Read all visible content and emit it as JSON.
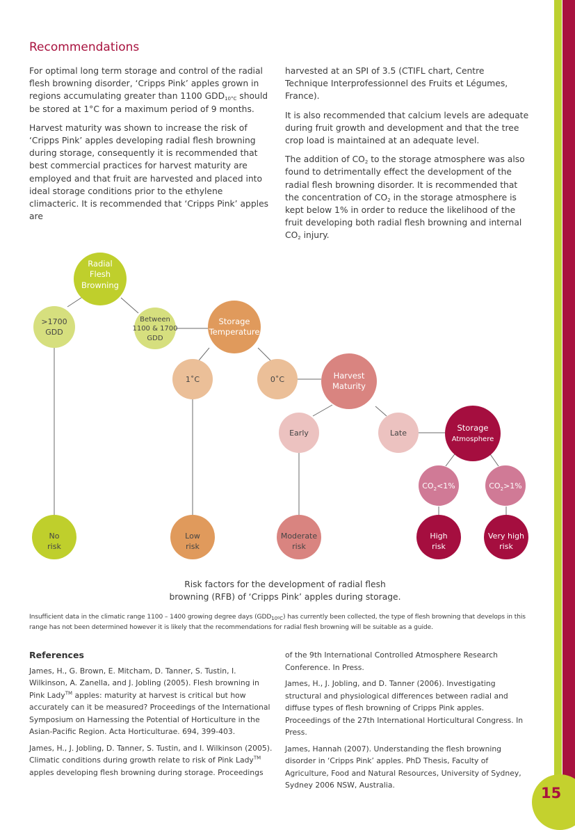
{
  "page": {
    "number": "15"
  },
  "section": {
    "title": "Recommendations",
    "col1": [
      "For optimal long term storage and control of the radial flesh browning disorder, ‘Cripps Pink’ apples grown in regions accumulating greater than 1100 GDD",
      "10°C",
      " should be stored at 1°C for a maximum period of 9 months.",
      "Harvest maturity was shown to increase the risk of ‘Cripps Pink’ apples developing radial flesh browning during storage, consequently it is recommended that best commercial practices for harvest maturity are employed and that fruit are harvested and placed into ideal storage conditions prior to the ethylene climacteric. It is recommended that ‘Cripps Pink’ apples are"
    ],
    "col2": [
      "harvested at an SPI of 3.5 (CTIFL chart, Centre Technique Interprofessionnel des Fruits et Légumes, France).",
      "It is also recommended that calcium levels are adequate during fruit growth and development and that the tree crop load is maintained at an adequate level.",
      "The addition of CO",
      "2",
      " to the storage atmosphere was also found to detrimentally effect the development of the radial flesh browning disorder. It is recommended that the concentration of CO",
      "2",
      " in the storage atmosphere is kept below 1% in order to reduce the likelihood of the fruit developing both radial flesh browning and internal CO",
      "2",
      " injury."
    ]
  },
  "diagram": {
    "colors": {
      "green_dark": "#bfcf2c",
      "green_light": "#d6df7e",
      "orange_dark": "#e09a5c",
      "orange_light": "#ebbf98",
      "pink_dark": "#d98480",
      "pink_light": "#ecc2c0",
      "maroon": "#a50e3f",
      "mauve": "#d07a96",
      "line": "#6a6a6a"
    },
    "nodes": {
      "rfb": [
        "Radial",
        "Flesh",
        "Browning"
      ],
      "gt1700": [
        ">1700",
        "GDD"
      ],
      "between": [
        "Between",
        "1100 & 1700",
        "GDD"
      ],
      "storage_temp": [
        "Storage",
        "Temperature"
      ],
      "t1": "1˚C",
      "t0": "0˚C",
      "harvest": [
        "Harvest",
        "Maturity"
      ],
      "early": "Early",
      "late": "Late",
      "storage_atm": [
        "Storage",
        "Atmosphere"
      ],
      "co2_low": [
        "CO",
        "2",
        "<1%"
      ],
      "co2_high": [
        "CO",
        "2",
        ">1%"
      ],
      "no_risk": [
        "No",
        "risk"
      ],
      "low_risk": [
        "Low",
        "risk"
      ],
      "moderate_risk": [
        "Moderate",
        "risk"
      ],
      "high_risk": [
        "High",
        "risk"
      ],
      "very_high_risk": [
        "Very high",
        "risk"
      ]
    },
    "caption": [
      "Risk factors for the development of radial flesh",
      "browning (RFB) of ‘Cripps Pink’ apples during storage."
    ]
  },
  "footnote": {
    "a": "Insufficient data in the climatic range 1100 – 1400 growing degree days (GDD",
    "sub": "10ºC",
    "b": ") has currently been collected, the type of flesh browning that develops in this range has not been determined however it is likely that the recommendations for radial flesh browning will be suitable as a guide."
  },
  "references": {
    "title": "References",
    "ref1": "James, H., G. Brown, E. Mitcham, D. Tanner, S. Tustin, I. Wilkinson, A. Zanella, and J. Jobling (2005). Flesh browning in Pink Lady",
    "ref1_tm": "TM",
    "ref1_b": " apples: maturity at harvest is critical but how accurately can it be measured? Proceedings of the International Symposium on Harnessing the Potential of Horticulture in the Asian-Pacific Region. Acta Horticulturae. 694, 399-403.",
    "ref2": "James, H., J. Jobling, D. Tanner, S. Tustin, and I. Wilkinson (2005). Climatic conditions during growth relate to risk of Pink Lady",
    "ref2_tm": "TM",
    "ref2_b": " apples developing flesh browning during storage. Proceedings",
    "ref2_cont": "of the 9th International Controlled Atmosphere Research Conference. In Press.",
    "ref3": "James, H., J. Jobling, and D. Tanner (2006). Investigating structural and physiological differences between radial and diffuse types of flesh browning of Cripps Pink apples. Proceedings of the 27th International Horticultural Congress. In Press.",
    "ref4": "James, Hannah (2007). Understanding the flesh browning disorder in ‘Cripps Pink’ apples. PhD Thesis, Faculty of Agriculture, Food and Natural Resources, University of Sydney, Sydney 2006 NSW, Australia."
  }
}
